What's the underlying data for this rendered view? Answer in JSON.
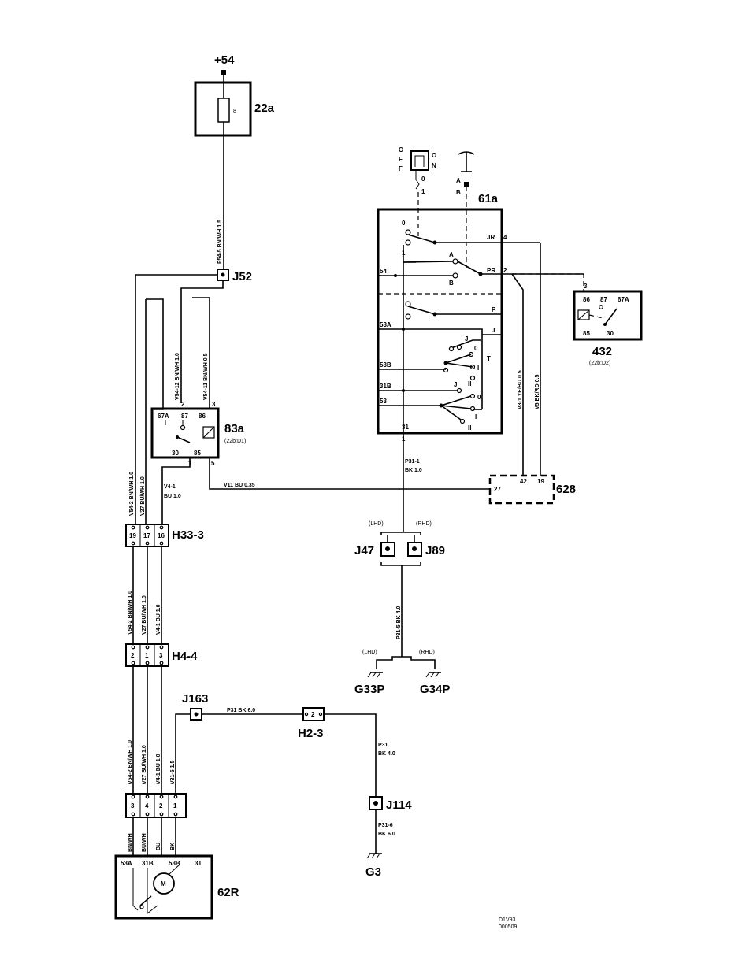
{
  "supply": {
    "label": "+54"
  },
  "components": {
    "fuse_box": "22a",
    "fuse_number": "8",
    "stalk_switch": "61a",
    "relay_83a": "83a",
    "relay_83a_ref": "(22b:D1)",
    "relay_432": "432",
    "relay_432_ref": "(22b:D2)",
    "connector_628": "628",
    "motor": "62R"
  },
  "splices": [
    "J52",
    "J47",
    "J89",
    "J163",
    "J114"
  ],
  "connectors": {
    "h33": "H33-3",
    "h4": "H4-4",
    "h2": "H2-3"
  },
  "grounds": {
    "g33": "G33P",
    "g34": "G34P",
    "g3": "G3"
  },
  "variants": {
    "lhd": "(LHD)",
    "rhd": "(RHD)"
  },
  "off_on_switch": {
    "o": "O",
    "f1": "F",
    "f2": "F",
    "o2": "O",
    "n": "N",
    "pos0": "0",
    "pos1": "1"
  },
  "washer_switch": {
    "a": "A",
    "b": "B"
  },
  "stalk_pins": {
    "p54": "54",
    "p53a": "53A",
    "p53b": "53B",
    "p31b": "31B",
    "p53": "53",
    "p31": "31",
    "jr": "JR",
    "pr": "PR",
    "pin4": "4",
    "pin2": "2",
    "pin1": "1",
    "p": "P",
    "j": "J",
    "t": "T",
    "ii": "II",
    "a": "A",
    "b": "B",
    "zero": "0",
    "one": "1",
    "t_j": "J",
    "t_0": "0",
    "t_i": "I",
    "d_j": "J",
    "d_0": "0",
    "d_i": "I",
    "d_ii": "II"
  },
  "relay83_pins": {
    "p67a": "67A",
    "p87": "87",
    "p86": "86",
    "p30": "30",
    "p85": "85",
    "n1": "1",
    "n2": "2",
    "n3": "3",
    "n5": "5"
  },
  "relay432_pins": {
    "p86": "86",
    "p87": "87",
    "p67a": "67A",
    "p85": "85",
    "p30": "30",
    "n3": "3"
  },
  "conn628_pins": {
    "p27": "27",
    "p42": "42",
    "p19": "19"
  },
  "h33_pins": [
    "19",
    "17",
    "16"
  ],
  "h4_pins": [
    "2",
    "1",
    "3"
  ],
  "h2_pin": "2",
  "motor_conn_pins": [
    "3",
    "4",
    "2",
    "1"
  ],
  "motor_pins": {
    "p53a": "53A",
    "p31b": "31B",
    "p53b": "53B",
    "p31": "31",
    "m": "M"
  },
  "wires": {
    "p54_5": "P54-5   BN/WH   1.5",
    "v54_12": "V54-12   BN/WH   1.0",
    "v54_11": "V54-11   BN/WH   0.5",
    "v54_2": "V54-2   BN/WH   1.0",
    "v27": "V27   BU/WH   1.0",
    "v4_1_a": "V4-1",
    "v4_1_b": "BU   1.0",
    "v11": "V11   BU   0.35",
    "v3_1": "V3-1   YE/BU   0.5",
    "v5": "V5   BK/RD   0.5",
    "p31_1_a": "P31-1",
    "p31_1_b": "BK   1.0",
    "p31_5": "P31-5   BK   4.0",
    "v54_2b": "V54-2   BN/WH   1.0",
    "v27b": "V27   BU/WH   1.0",
    "v4_1c": "V4-1   BU   1.0",
    "p31": "P31   BK   6.0",
    "v54_2c": "V54-2   BN/WH   1.0",
    "v27c": "V27   BU/WH   1.0",
    "v4_1d": "V4-1   BU   1.0",
    "v31_5": "V31-5   1.5",
    "p31_g_a": "P31",
    "p31_g_b": "BK   4.0",
    "p31_6_a": "P31-6",
    "p31_6_b": "BK   6.0",
    "m_bnwh": "BN/WH",
    "m_buwh": "BU/WH",
    "m_bu": "BU",
    "m_bk": "BK"
  },
  "doc_code": {
    "line1": "D1V93",
    "line2": "000509"
  }
}
